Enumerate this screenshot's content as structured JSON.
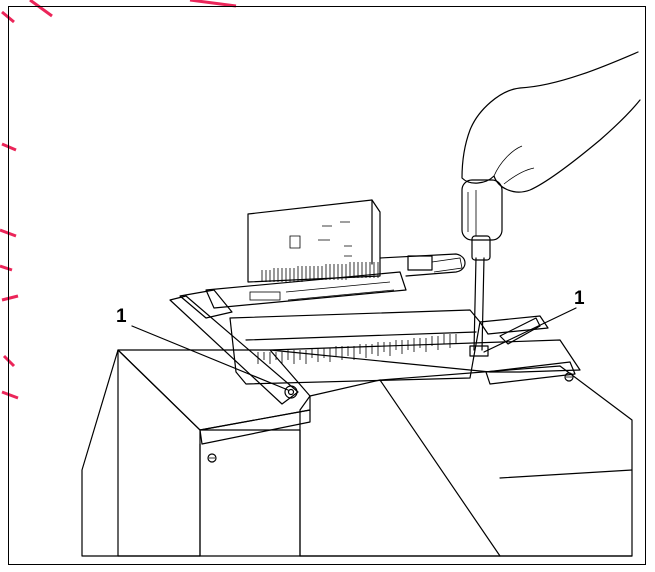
{
  "figure": {
    "callouts": [
      {
        "id": "left",
        "label": "1"
      },
      {
        "id": "right",
        "label": "1"
      }
    ]
  },
  "colors": {
    "frame": "#000000",
    "panel_gray": "#bdbdbd",
    "panel_light": "#d9d9d9",
    "panel_white": "#ffffff",
    "margin_mark": "#e8003d"
  }
}
